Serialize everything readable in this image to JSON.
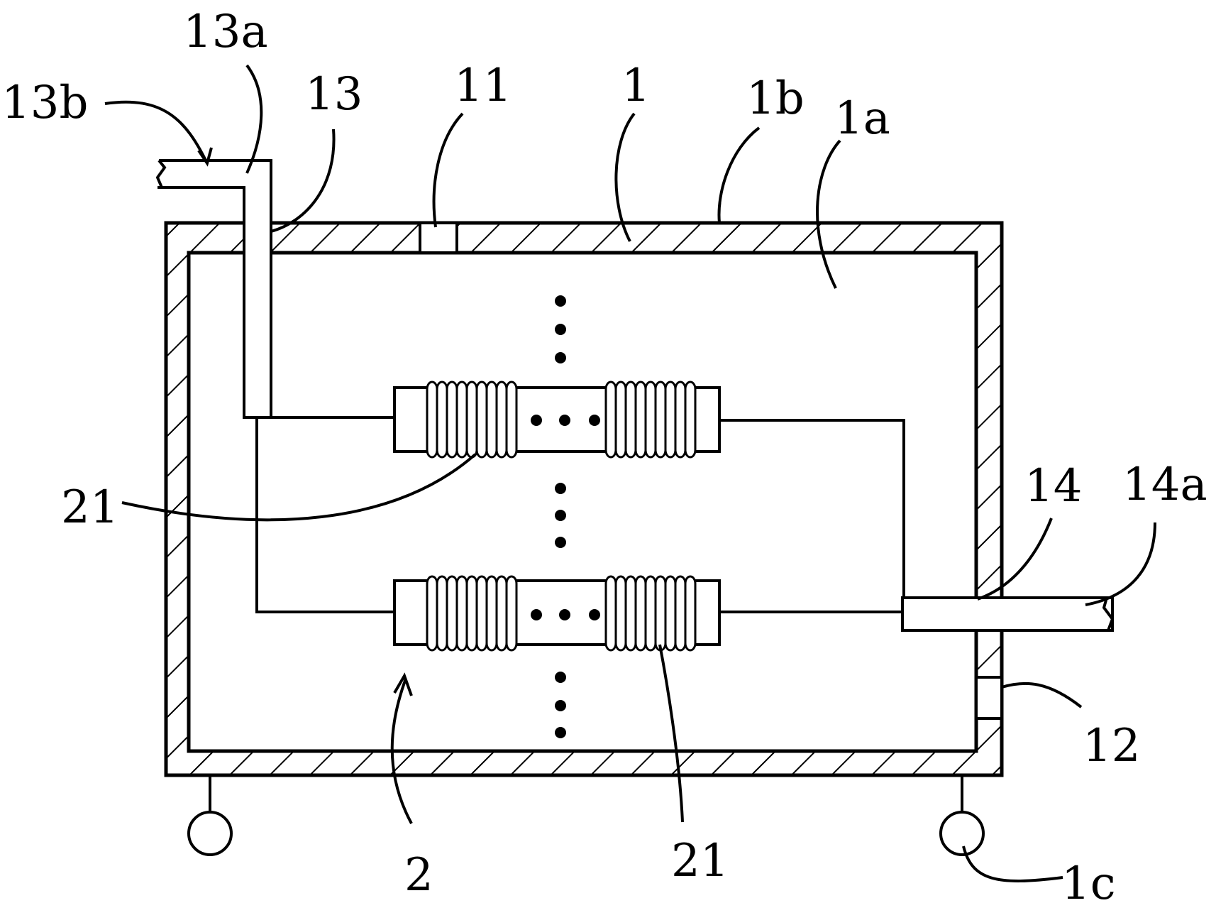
{
  "labels": {
    "l13b": "13b",
    "l13a": "13a",
    "l13": "13",
    "l11": "11",
    "l1": "1",
    "l1b": "1b",
    "l1a": "1a",
    "l21_left": "21",
    "l14": "14",
    "l14a": "14a",
    "l12": "12",
    "l2": "2",
    "l21_bottom": "21",
    "l1c": "1c"
  },
  "colors": {
    "line": "#000000",
    "background": "#ffffff"
  }
}
